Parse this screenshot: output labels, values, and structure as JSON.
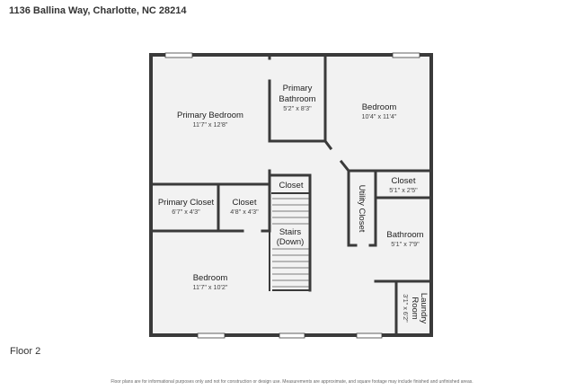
{
  "header": {
    "address": "1136 Ballina Way, Charlotte, NC 28214"
  },
  "footer": {
    "floor": "Floor 2",
    "disclaimer": "Floor plans are for informational purposes only and not for construction or design use. Measurements are approximate, and square footage may include finished and unfinished areas."
  },
  "rooms": {
    "primary_bedroom": {
      "name": "Primary Bedroom",
      "dims": "11'7\" x 12'8\""
    },
    "primary_bathroom": {
      "name_line1": "Primary",
      "name_line2": "Bathroom",
      "dims": "5'2\" x 8'3\""
    },
    "bedroom_top": {
      "name": "Bedroom",
      "dims": "10'4\" x 11'4\""
    },
    "primary_closet": {
      "name": "Primary Closet",
      "dims": "6'7\" x 4'3\""
    },
    "closet_left": {
      "name": "Closet",
      "dims": "4'8\" x 4'3\""
    },
    "closet_hall": {
      "name": "Closet"
    },
    "stairs": {
      "name_line1": "Stairs",
      "name_line2": "(Down)"
    },
    "utility_closet": {
      "name": "Utility Closet"
    },
    "closet_right": {
      "name": "Closet",
      "dims": "5'1\" x 2'5\""
    },
    "bathroom": {
      "name": "Bathroom",
      "dims": "5'1\" x 7'9\""
    },
    "bedroom_bottom": {
      "name": "Bedroom",
      "dims": "11'7\" x 10'2\""
    },
    "laundry_room": {
      "name_line1": "Laundry",
      "name_line2": "Room",
      "dims": "3'1\" x 6'2\""
    }
  },
  "colors": {
    "wall": "#3a3a3a",
    "floor": "#f2f2f2",
    "window": "#c9c9c9"
  }
}
